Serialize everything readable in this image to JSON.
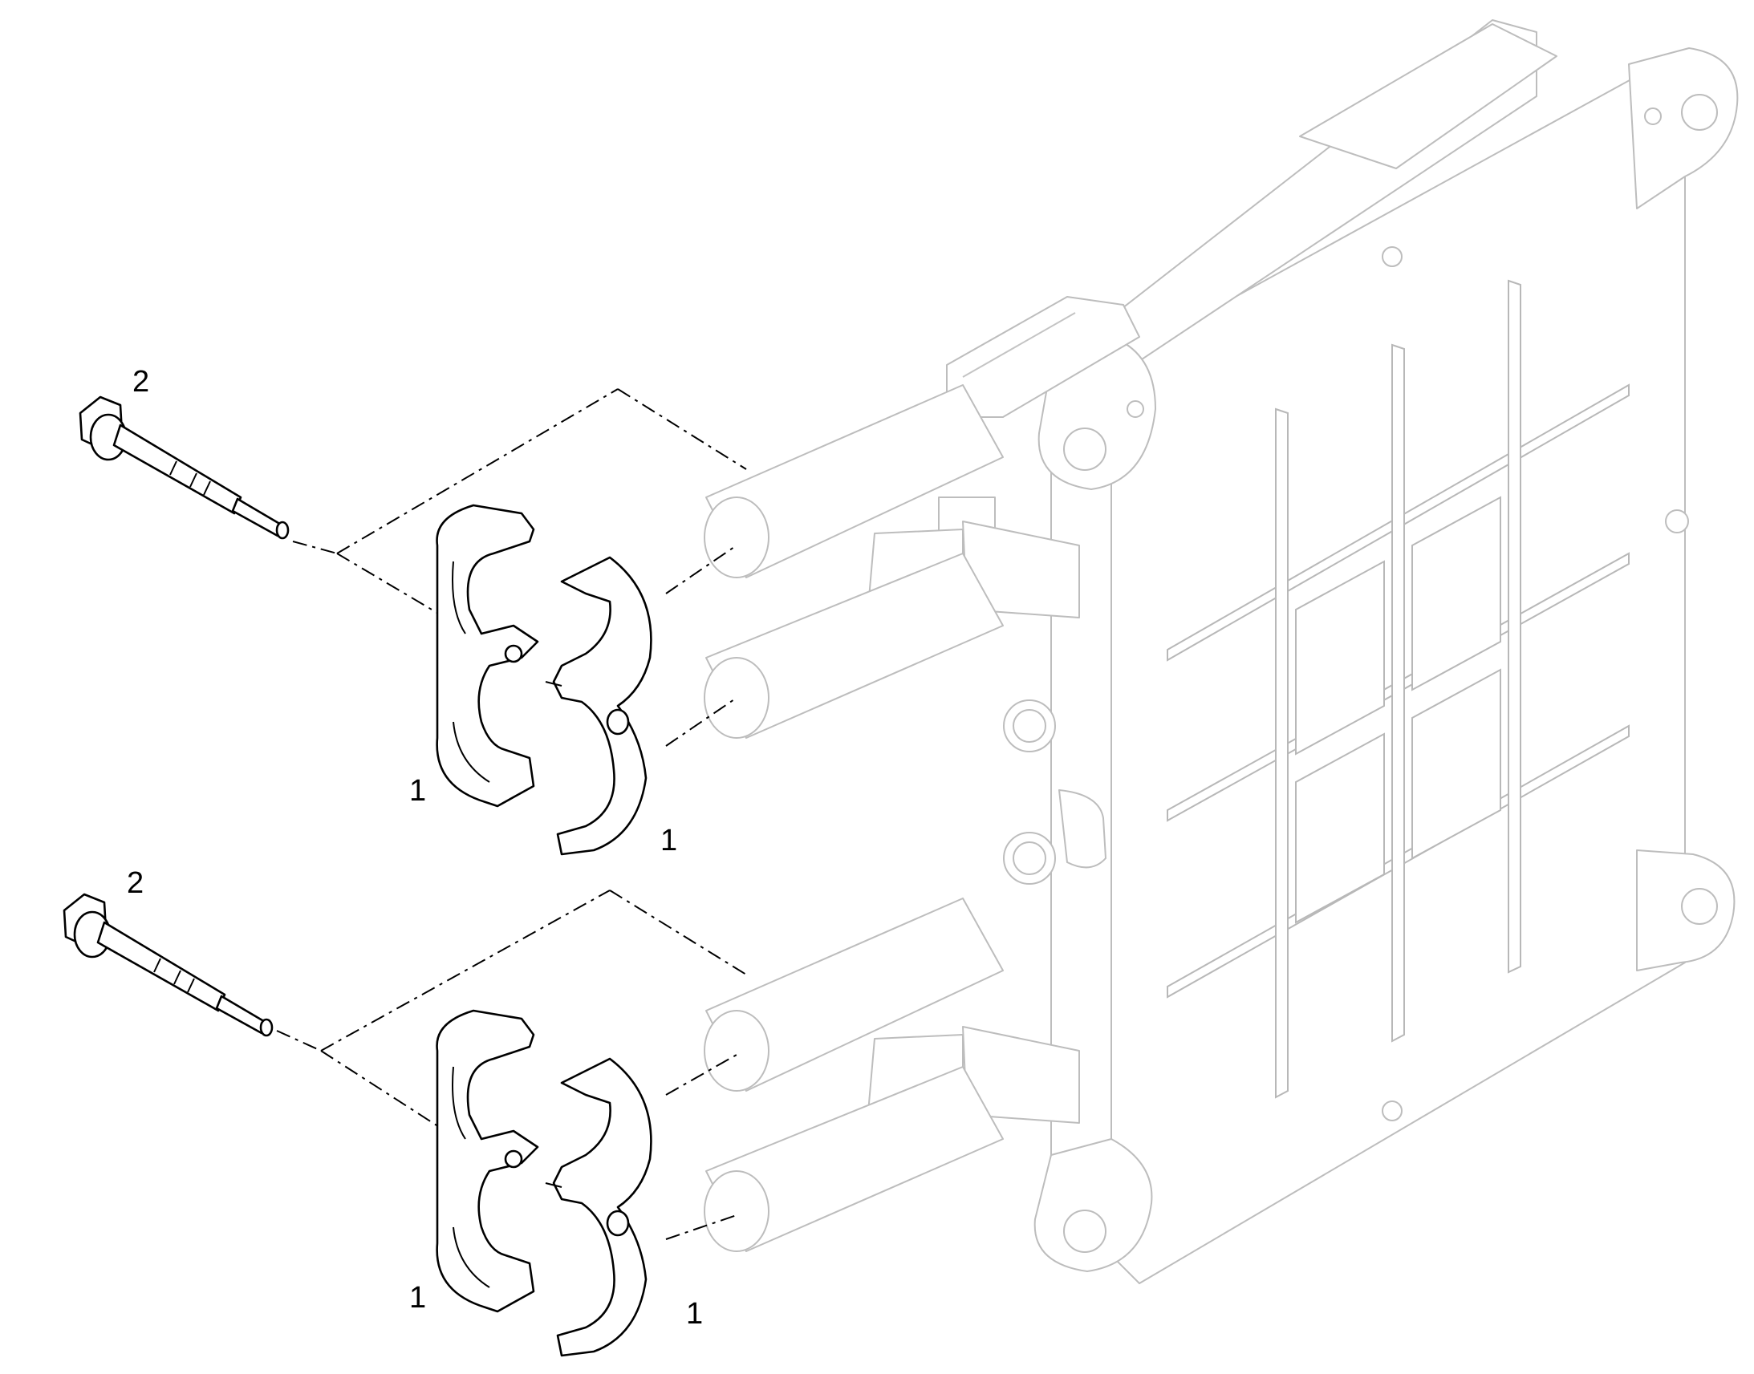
{
  "callouts": [
    {
      "id": "c1",
      "text": "2"
    },
    {
      "id": "c2",
      "text": "1"
    },
    {
      "id": "c3",
      "text": "1"
    },
    {
      "id": "c4",
      "text": "2"
    },
    {
      "id": "c5",
      "text": "1"
    },
    {
      "id": "c6",
      "text": "1"
    }
  ],
  "colors": {
    "line": "#000000",
    "housing": "#bdbdbd",
    "background": "#ffffff"
  }
}
